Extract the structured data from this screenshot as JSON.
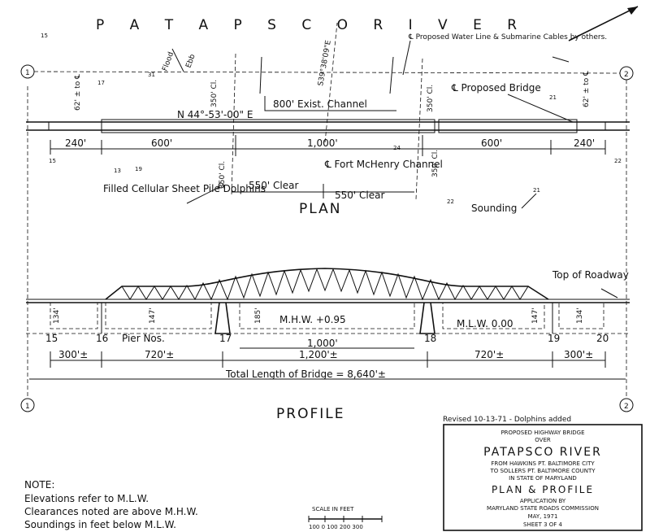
{
  "header": {
    "river_title": "P A T A P S C O   R I V E R",
    "flood_arrow": "Flood",
    "ebb_arrow": "Ebb"
  },
  "plan": {
    "heading": "PLAN",
    "bearing": "N 44°-53'-00\" E",
    "skew_bearing": "S39°38'09\"E",
    "existing_channel": "800' Exist. Channel",
    "proposed_bridge": "℄ Proposed Bridge",
    "water_line_note": "℄ Proposed Water Line & Submarine Cables by others.",
    "fort_mchenry": "℄ Fort McHenry Channel",
    "dolphins_note": "Filled Cellular Sheet Pile Dolphins",
    "clear_left": "550' Clear",
    "clear_right": "550' Clear",
    "sounding": "Sounding",
    "offset_left": "62' ± to ℄",
    "offset_right": "62' ± to ℄",
    "dims": [
      "240'",
      "600'",
      "1,000'",
      "600'",
      "240'"
    ],
    "cl_350": "350' Cl.",
    "station_1": "1",
    "station_2": "2",
    "soundings": [
      "15",
      "17",
      "31",
      "13",
      "19",
      "24",
      "21",
      "22",
      "22",
      "21",
      "15"
    ]
  },
  "profile": {
    "heading": "PROFILE",
    "top_of_roadway": "Top of Roadway",
    "mhw": "M.H.W. +0.95",
    "mlw": "M.L.W. 0.00",
    "pier_nos_label": "Pier Nos.",
    "piers": [
      "15",
      "16",
      "17",
      "18",
      "19",
      "20"
    ],
    "clearances": [
      "134'",
      "147'",
      "185'",
      "147'",
      "134'"
    ],
    "main_span": "1,000'",
    "spans": [
      "300'±",
      "720'±",
      "1,200'±",
      "720'±",
      "300'±"
    ],
    "total_length": "Total Length of Bridge = 8,640'±"
  },
  "notes": {
    "title": "NOTE:",
    "lines": [
      "Elevations refer to M.L.W.",
      "Clearances noted are above M.H.W.",
      "Soundings in feet below M.L.W."
    ]
  },
  "scale": {
    "title": "SCALE IN FEET",
    "ticks": "100  0  100  200  300"
  },
  "revision": "Revised 10-13-71 - Dolphins added",
  "title_block": {
    "line1": "PROPOSED HIGHWAY BRIDGE",
    "line2": "OVER",
    "river": "PATAPSCO RIVER",
    "line3": "FROM HAWKINS PT. BALTIMORE CITY",
    "line4": "TO SOLLERS PT. BALTIMORE COUNTY",
    "line5": "IN STATE OF MARYLAND",
    "sheet_title": "PLAN & PROFILE",
    "line6": "APPLICATION BY",
    "line7": "MARYLAND STATE ROADS COMMISSION",
    "date": "MAY, 1971",
    "sheet": "SHEET 3 OF 4"
  }
}
